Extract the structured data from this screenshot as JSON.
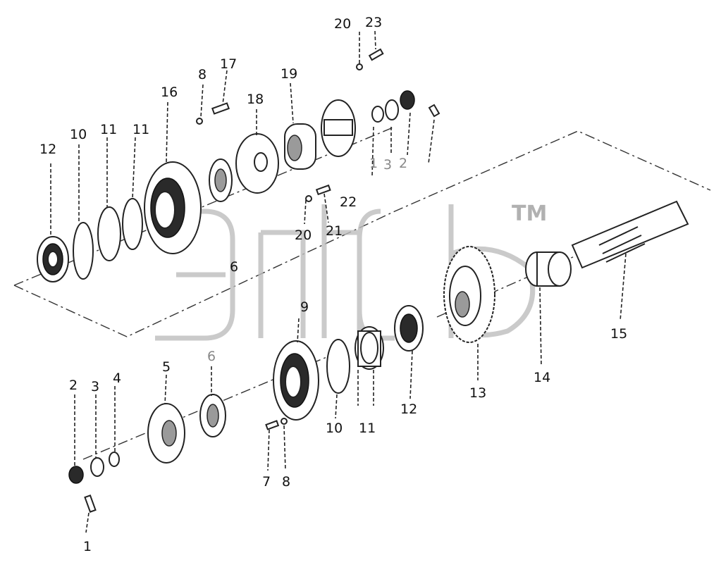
{
  "watermark": {
    "mark": "TM"
  },
  "labels": {
    "l1": "1",
    "l2a": "2",
    "l3a": "3",
    "l4": "4",
    "l5": "5",
    "l6a": "6",
    "l6b": "6",
    "l7": "7",
    "l8a": "8",
    "l8b": "8",
    "l9": "9",
    "l10a": "10",
    "l10b": "10",
    "l11a": "11",
    "l11b": "11",
    "l11c": "11",
    "l12a": "12",
    "l12b": "12",
    "l13": "13",
    "l14": "14",
    "l15": "15",
    "l16": "16",
    "l17": "17",
    "l18": "18",
    "l19": "19",
    "l20a": "20",
    "l20b": "20",
    "l21": "21",
    "l22": "22",
    "l23": "23",
    "l1b": "1",
    "l3b": "3",
    "l2b": "2"
  }
}
